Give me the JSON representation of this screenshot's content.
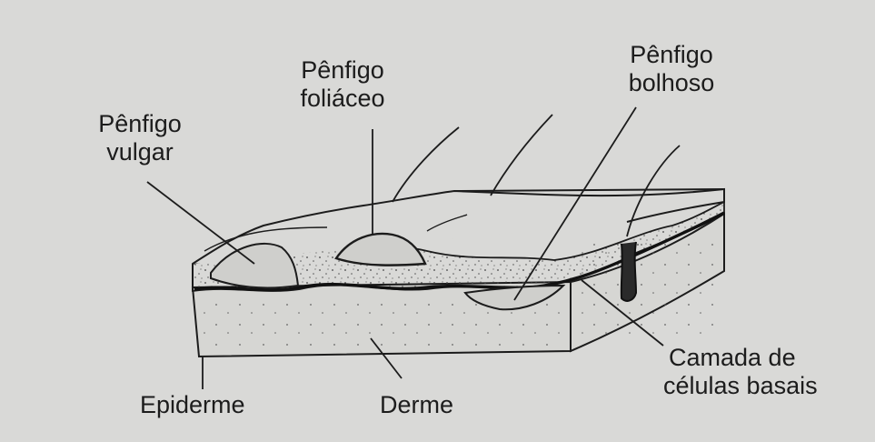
{
  "labels": {
    "penfigo_vulgar": [
      "Pênfigo",
      "vulgar"
    ],
    "penfigo_foliaceo": [
      "Pênfigo",
      "foliáceo"
    ],
    "penfigo_bolhoso": [
      "Pênfigo",
      "bolhoso"
    ],
    "camada_basal": [
      "Camada de",
      "células basais"
    ],
    "epiderme": "Epiderme",
    "derme": "Derme"
  },
  "colors": {
    "background": "#d9d9d7",
    "ink": "#1c1c1c"
  }
}
